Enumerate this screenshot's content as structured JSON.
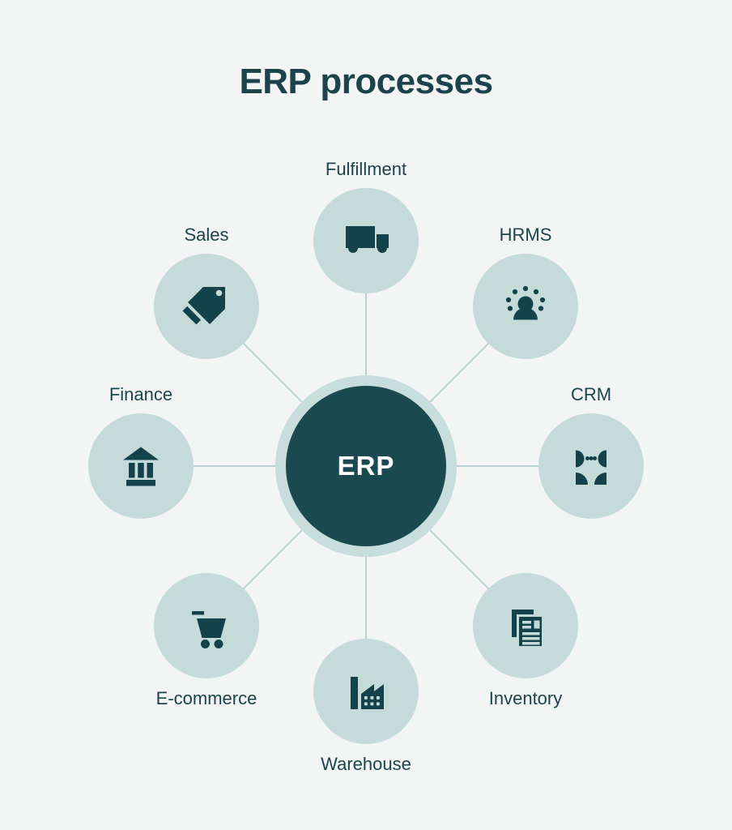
{
  "title": "ERP processes",
  "center": {
    "label": "ERP"
  },
  "nodes": [
    {
      "id": "fulfillment",
      "label": "Fulfillment",
      "icon": "truck-icon",
      "label_position": "above"
    },
    {
      "id": "hrms",
      "label": "HRMS",
      "icon": "people-network-icon",
      "label_position": "above"
    },
    {
      "id": "crm",
      "label": "CRM",
      "icon": "communication-icon",
      "label_position": "above"
    },
    {
      "id": "inventory",
      "label": "Inventory",
      "icon": "documents-icon",
      "label_position": "below"
    },
    {
      "id": "warehouse",
      "label": "Warehouse",
      "icon": "factory-icon",
      "label_position": "below"
    },
    {
      "id": "ecommerce",
      "label": "E-commerce",
      "icon": "shopping-cart-icon",
      "label_position": "below"
    },
    {
      "id": "finance",
      "label": "Finance",
      "icon": "bank-icon",
      "label_position": "above"
    },
    {
      "id": "sales",
      "label": "Sales",
      "icon": "price-tag-icon",
      "label_position": "above"
    }
  ],
  "colors": {
    "background": "#f2f5f3",
    "node_circle": "#c5dbd9",
    "center_ring": "#c8dedc",
    "center_circle": "#1a4a50",
    "icon": "#14424a",
    "text": "#1c434c",
    "center_text": "#ffffff",
    "connector_line": "#b6d2d0"
  }
}
